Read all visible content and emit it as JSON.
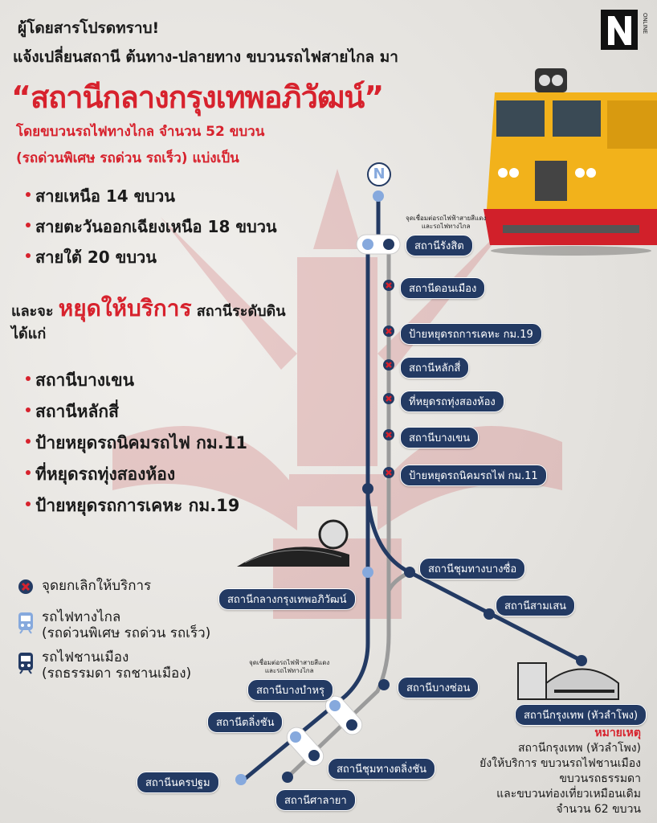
{
  "header": {
    "line1": "ผู้โดยสารโปรดทราบ!",
    "line2": "แจ้งเปลี่ยนสถานี ต้นทาง-ปลายทาง ขบวนรถไฟสายไกล มา",
    "headline": "“สถานีกลางกรุงเทพอภิวัฒน์”",
    "sub1": "โดยขบวนรถไฟทางไกล จำนวน 52 ขบวน",
    "sub2": "(รถด่วนพิเศษ  รถด่วน รถเร็ว) แบ่งเป็น"
  },
  "logo": {
    "letter": "N",
    "text": "ONLINE"
  },
  "routes": [
    "สายเหนือ 14 ขบวน",
    "สายตะวันออกเฉียงเหนือ 18 ขบวน",
    "สายใต้ 20 ขบวน"
  ],
  "stop_notice": {
    "prefix": "และจะ",
    "emphasis": "หยุดให้บริการ",
    "suffix": "สถานีระดับดิน",
    "line2": "ได้แก่"
  },
  "closed_stations": [
    "สถานีบางเขน",
    "สถานีหลักสี่",
    "ป้ายหยุดรถนิคมรถไฟ กม.11",
    "ที่หยุดรถทุ่งสองห้อง",
    "ป้ายหยุดรถการเคหะ กม.19"
  ],
  "legend": {
    "cancelled": "จุดยกเลิกให้บริการ",
    "long_distance": "รถไฟทางไกล",
    "long_distance_sub": "(รถด่วนพิเศษ รถด่วน รถเร็ว)",
    "commuter": "รถไฟชานเมือง",
    "commuter_sub": "(รถธรรมดา รถชานเมือง)"
  },
  "map": {
    "north": "N",
    "connection_note_1": "จุดเชื่อมต่อรถไฟฟ้าสายสีแดง",
    "connection_note_2": "และรถไฟทางไกล",
    "stations": {
      "rangsit": "สถานีรังสิต",
      "don_mueang": "สถานีดอนเมือง",
      "km19": "ป้ายหยุดรถการเคหะ กม.19",
      "lak_si": "สถานีหลักสี่",
      "thung_song_hong": "ที่หยุดรถทุ่งสองห้อง",
      "bang_khen": "สถานีบางเขน",
      "km11": "ป้ายหยุดรถนิคมรถไฟ กม.11",
      "krung_thep_aphiwat": "สถานีกลางกรุงเทพอภิวัฒน์",
      "bang_sue_junction": "สถานีชุมทางบางซื่อ",
      "sam_sen": "สถานีสามเสน",
      "hua_lamphong": "สถานีกรุงเทพ (หัวลำโพง)",
      "bang_son": "สถานีบางซ่อน",
      "bang_bamru": "สถานีบางบำหรุ",
      "taling_chan": "สถานีตลิ่งชัน",
      "taling_chan_junction": "สถานีชุมทางตลิ่งชัน",
      "nakhon_pathom": "สถานีนครปฐม",
      "sala_ya": "สถานีศาลายา"
    }
  },
  "remark": {
    "title": "หมายเหตุ",
    "lines": [
      "สถานีกรุงเทพ (หัวลำโพง)",
      "ยังให้บริการ ขบวนรถไฟชานเมือง",
      "ขบวนรถธรรมดา",
      "และขบวนท่องเที่ยวเหมือนเดิม",
      "จำนวน 62 ขบวน"
    ]
  },
  "colors": {
    "red": "#d7222d",
    "navy": "#233a63",
    "gray_line": "#9b9b9b",
    "light_blue": "#86a9dd",
    "train_yellow": "#f2b21b"
  }
}
